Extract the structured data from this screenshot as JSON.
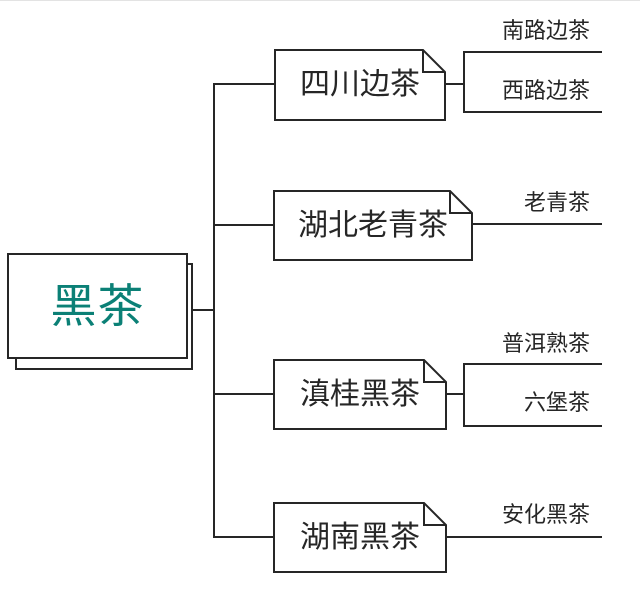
{
  "mindmap": {
    "line_color": "#262626",
    "root": {
      "label": "黑茶",
      "text_color": "#0B8076"
    },
    "branches": [
      {
        "label": "四川边茶",
        "leaves": [
          "南路边茶",
          "西路边茶"
        ]
      },
      {
        "label": "湖北老青茶",
        "leaves": [
          "老青茶"
        ]
      },
      {
        "label": "滇桂黑茶",
        "leaves": [
          "普洱熟茶",
          "六堡茶"
        ]
      },
      {
        "label": "湖南黑茶",
        "leaves": [
          "安化黑茶"
        ]
      }
    ]
  }
}
